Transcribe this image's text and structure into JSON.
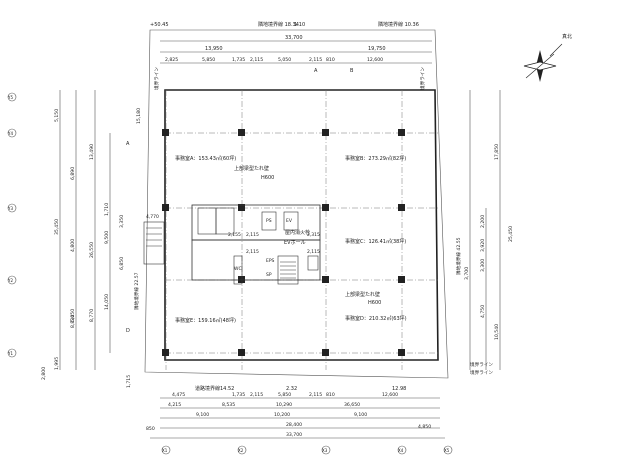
{
  "north": {
    "label": "真北"
  },
  "top": {
    "road_left": "隣地境界線 18.34",
    "road_mid": "1.10",
    "road_right": "隣地境界線 10.36",
    "corner": "+50.45",
    "dim_total": "33,700",
    "dim_left": "13,950",
    "dim_right": "19,750",
    "dim_row": [
      "2,825",
      "5,850",
      "1,735",
      "2,115",
      "5,050",
      "2,115",
      "810",
      "12,600"
    ],
    "setback_left": "境界ライン",
    "setback_right": "境界ライン",
    "grid_labels": [
      "A",
      "B"
    ]
  },
  "left": {
    "axes": [
      "Y5",
      "Y4",
      "Y3",
      "Y2",
      "Y1"
    ],
    "dims_outer": [
      "5,150",
      "6,890",
      "4,800",
      "5,450"
    ],
    "dims_mid": [
      "13,490",
      "9,500",
      "14,050"
    ],
    "dims_inner": [
      "8,830",
      "8,770",
      "1,995"
    ],
    "total": "35,450",
    "total2": "26,550",
    "small": [
      "15,180",
      "3,350",
      "1,710",
      "6,850"
    ],
    "boundary": "隣地境界線 22.57",
    "bottom_small": [
      "2,800",
      "1,715"
    ],
    "grid_label_a": "A",
    "grid_label_d": "D"
  },
  "right": {
    "dims": [
      "17,850",
      "2,200",
      "3,920",
      "3,700",
      "10,540"
    ],
    "total": "25,450",
    "small": [
      "3,300",
      "4,750"
    ],
    "boundary": "隣地境界線 42.55",
    "line": "境界ライン"
  },
  "bottom": {
    "road": "道路境界線14.52",
    "road_mid": "2.32",
    "road_right": "12.98",
    "dim_row1": [
      "4,475",
      "1,735",
      "2,115",
      "5,850",
      "2,115",
      "810",
      "12,600"
    ],
    "dim_row2": [
      "4,215",
      "8,535",
      "10,290",
      "36,650"
    ],
    "dim_row3": [
      "9,100",
      "10,200",
      "9,100"
    ],
    "dim_total1": "28,400",
    "dim_total2": "33,700",
    "edge_left": "850",
    "edge_right": "4,850",
    "axes": [
      "X1",
      "X2",
      "X3",
      "X4",
      "X5"
    ],
    "line_label": "境界ライン"
  },
  "rooms": {
    "office_a": "事務室A：153.43㎡(60坪)",
    "office_b": "事務室B：273.29㎡(82坪)",
    "office_c": "事務室C：126.41㎡(38坪)",
    "office_d": "事務室D：210.32㎡(63坪)",
    "office_e": "事務室E：159.16㎡(48坪)",
    "upper_trench1": "上部梁型たれ壁",
    "h1": "H600",
    "upper_trench2": "上部梁型たれ壁",
    "h2": "H600",
    "elevator_hall": "EVホール",
    "inner_pipe": "屋内消火栓",
    "dims_core": [
      "2,115",
      "2,315",
      "2,115",
      "2,115"
    ],
    "ps": "PS",
    "ev": "EV",
    "eps": "EPS",
    "sp": "SP",
    "wc": "WC",
    "small_codes": [
      "4,770",
      "2,155"
    ]
  }
}
